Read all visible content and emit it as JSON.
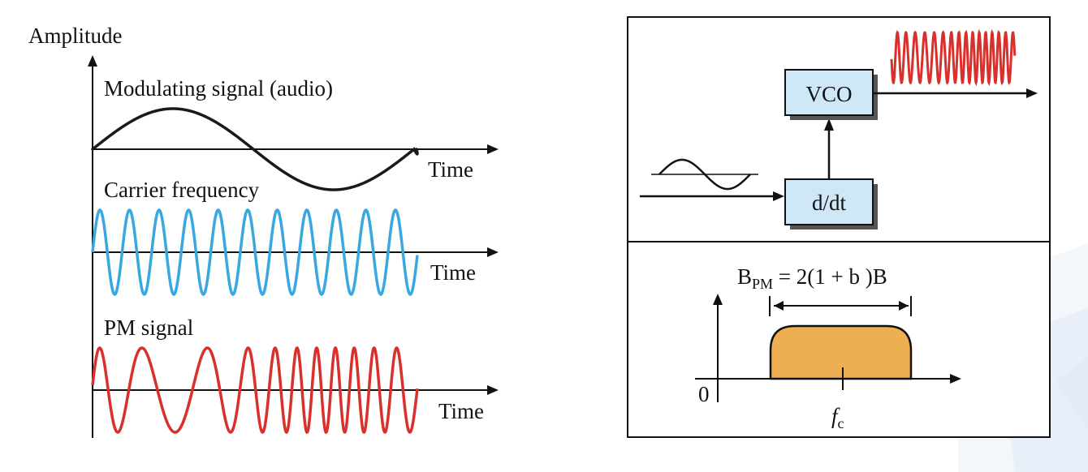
{
  "amplitude_label": "Amplitude",
  "panels": {
    "modulating": {
      "label": "Modulating signal (audio)",
      "axis_label": "Time"
    },
    "carrier": {
      "label": "Carrier frequency",
      "axis_label": "Time"
    },
    "pm": {
      "label": "PM signal",
      "axis_label": "Time"
    }
  },
  "block_diagram": {
    "vco_label": "VCO",
    "differentiator_label": "d/dt"
  },
  "spectrum": {
    "bandwidth_symbol": "B",
    "bandwidth_subscript": "PM",
    "bandwidth_formula": " = 2(1 + b )B",
    "origin_label": "0",
    "center_symbol": "f",
    "center_subscript": "c"
  },
  "colors": {
    "modulating": "#1a1a1a",
    "carrier": "#3aa8e0",
    "pm": "#d9302c",
    "block_fill": "#cfe8f7",
    "block_shadow": "#555555",
    "spectrum_fill": "#eeae52",
    "decor": "#eef3fa"
  }
}
